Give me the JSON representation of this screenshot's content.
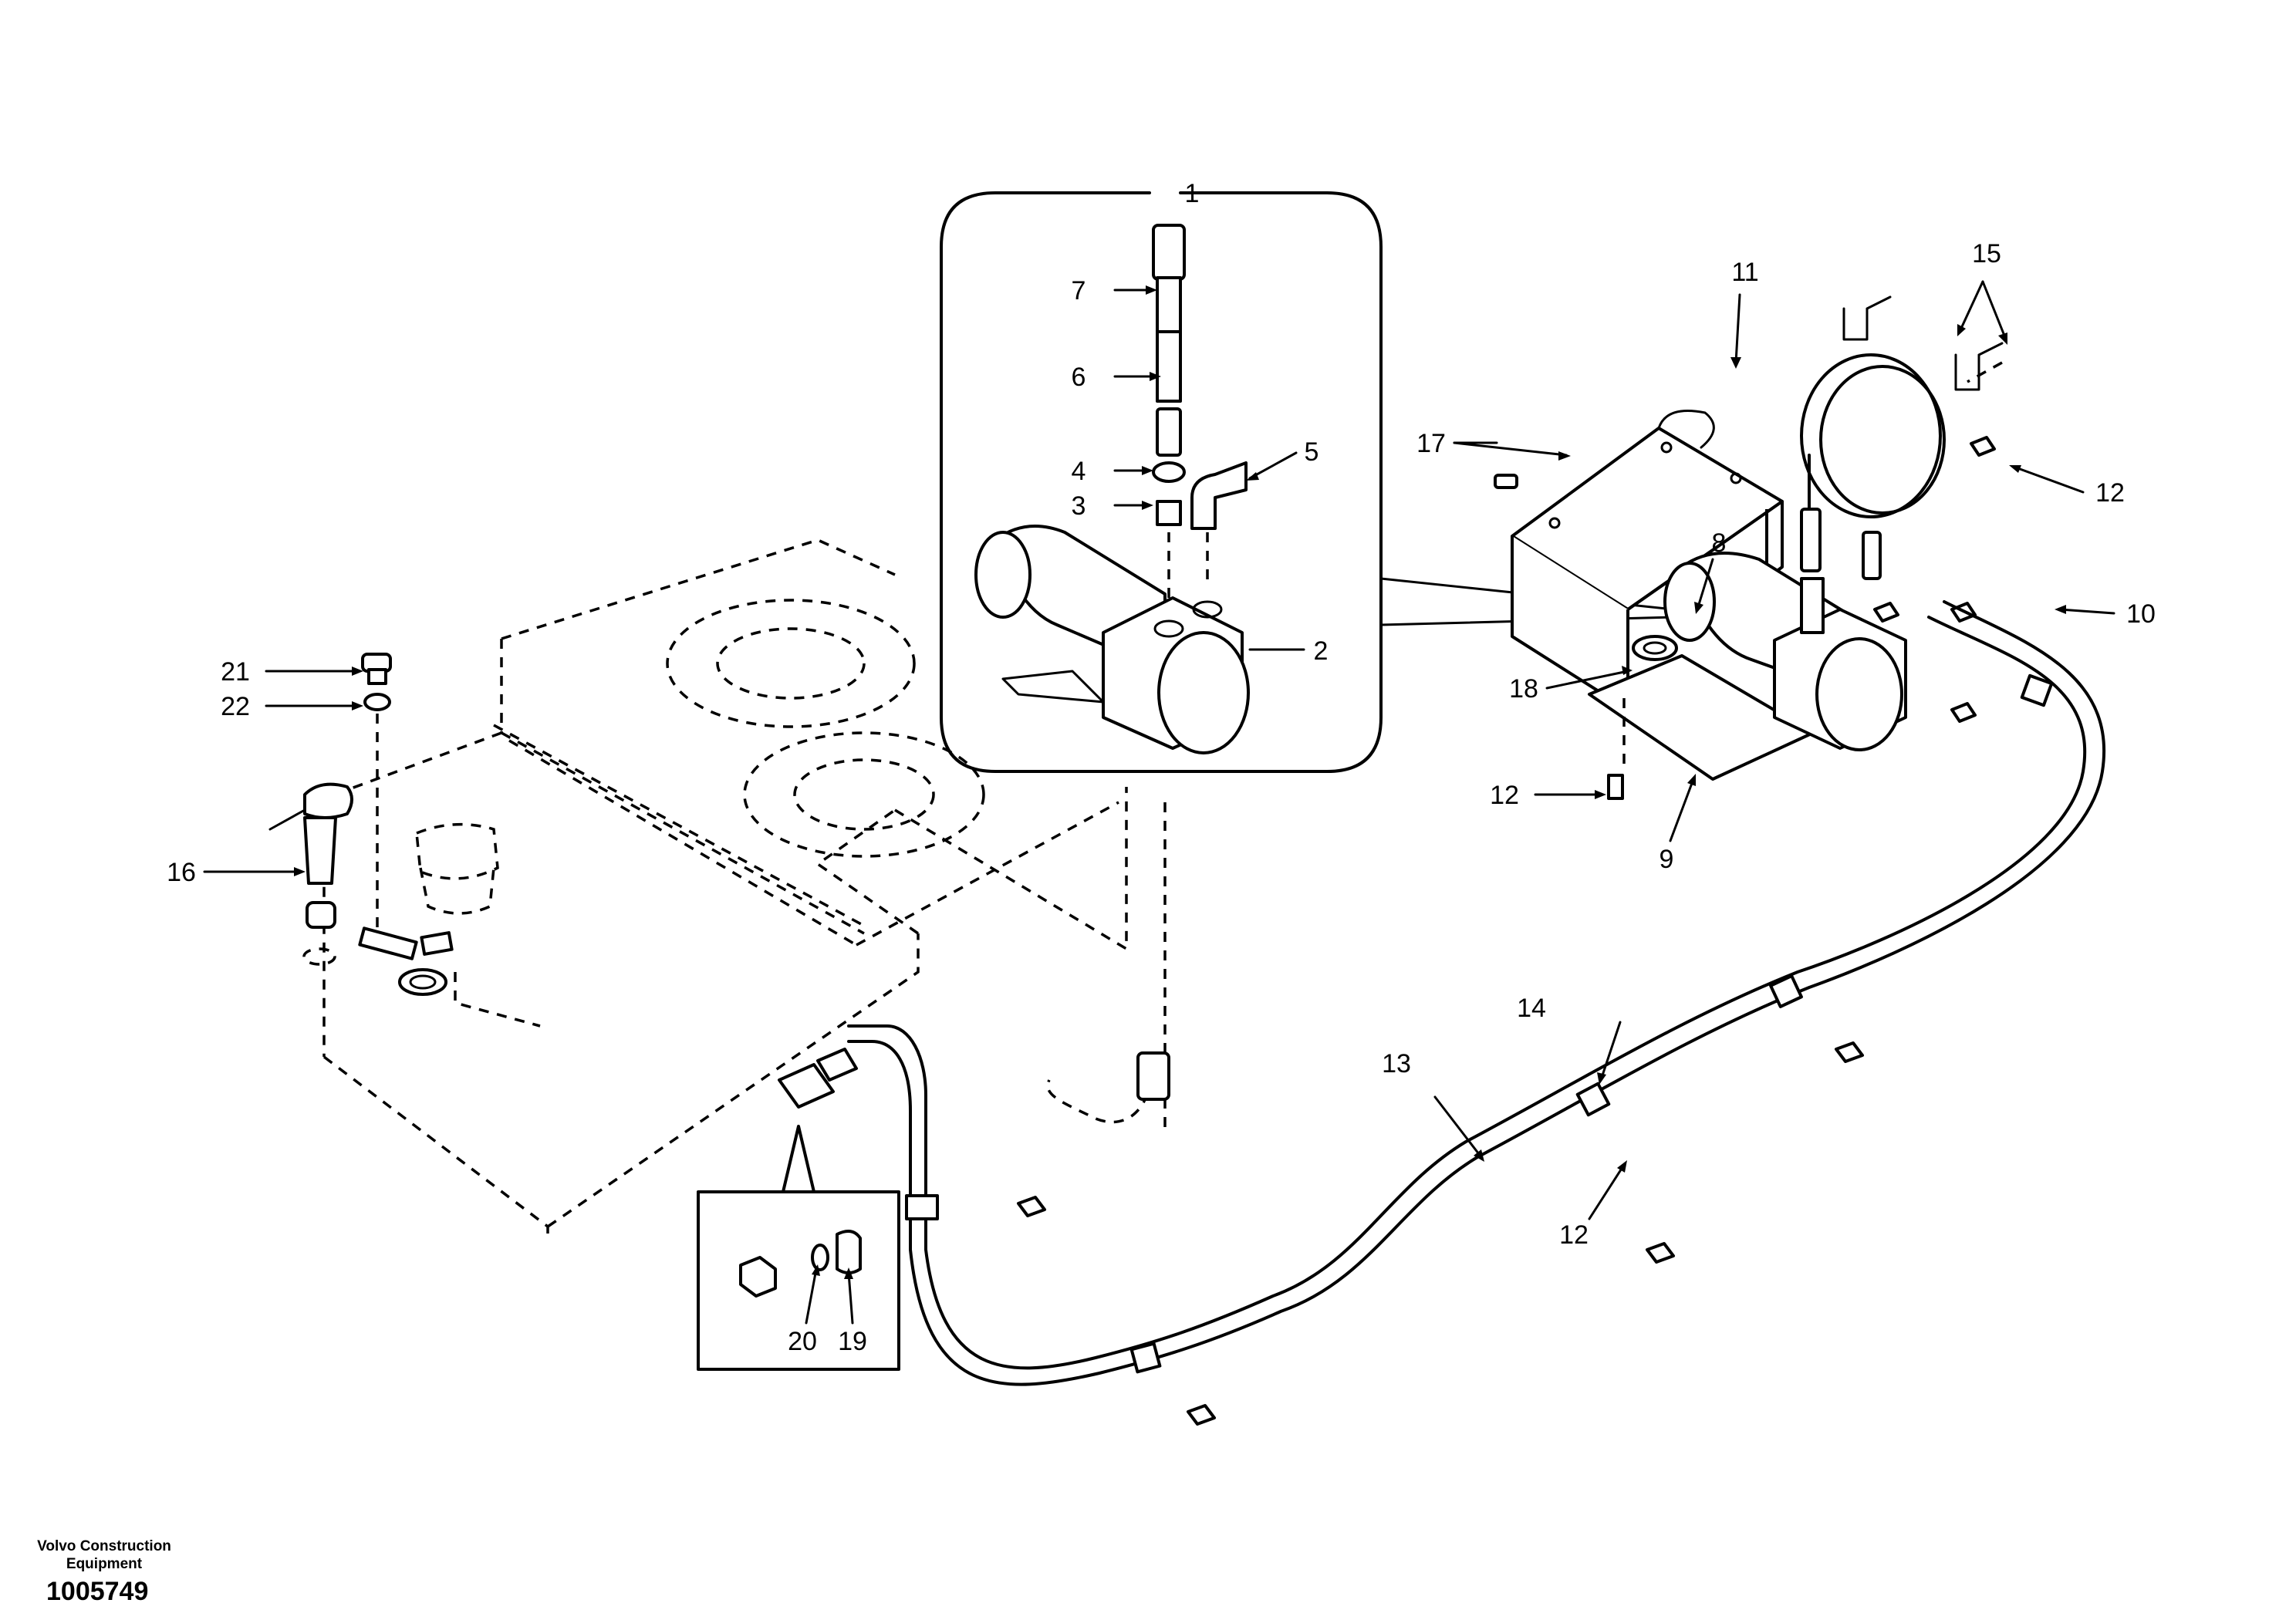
{
  "callouts": {
    "c1": "1",
    "c2": "2",
    "c3": "3",
    "c4": "4",
    "c5": "5",
    "c6": "6",
    "c7": "7",
    "c8": "8",
    "c9": "9",
    "c10": "10",
    "c11": "11",
    "c12a": "12",
    "c12b": "12",
    "c12c": "12",
    "c13": "13",
    "c14": "14",
    "c15": "15",
    "c16": "16",
    "c17": "17",
    "c18": "18",
    "c19": "19",
    "c20": "20",
    "c21": "21",
    "c22": "22"
  },
  "footer": {
    "brand_line1": "Volvo Construction",
    "brand_line2": "Equipment",
    "document_number": "1005749"
  }
}
